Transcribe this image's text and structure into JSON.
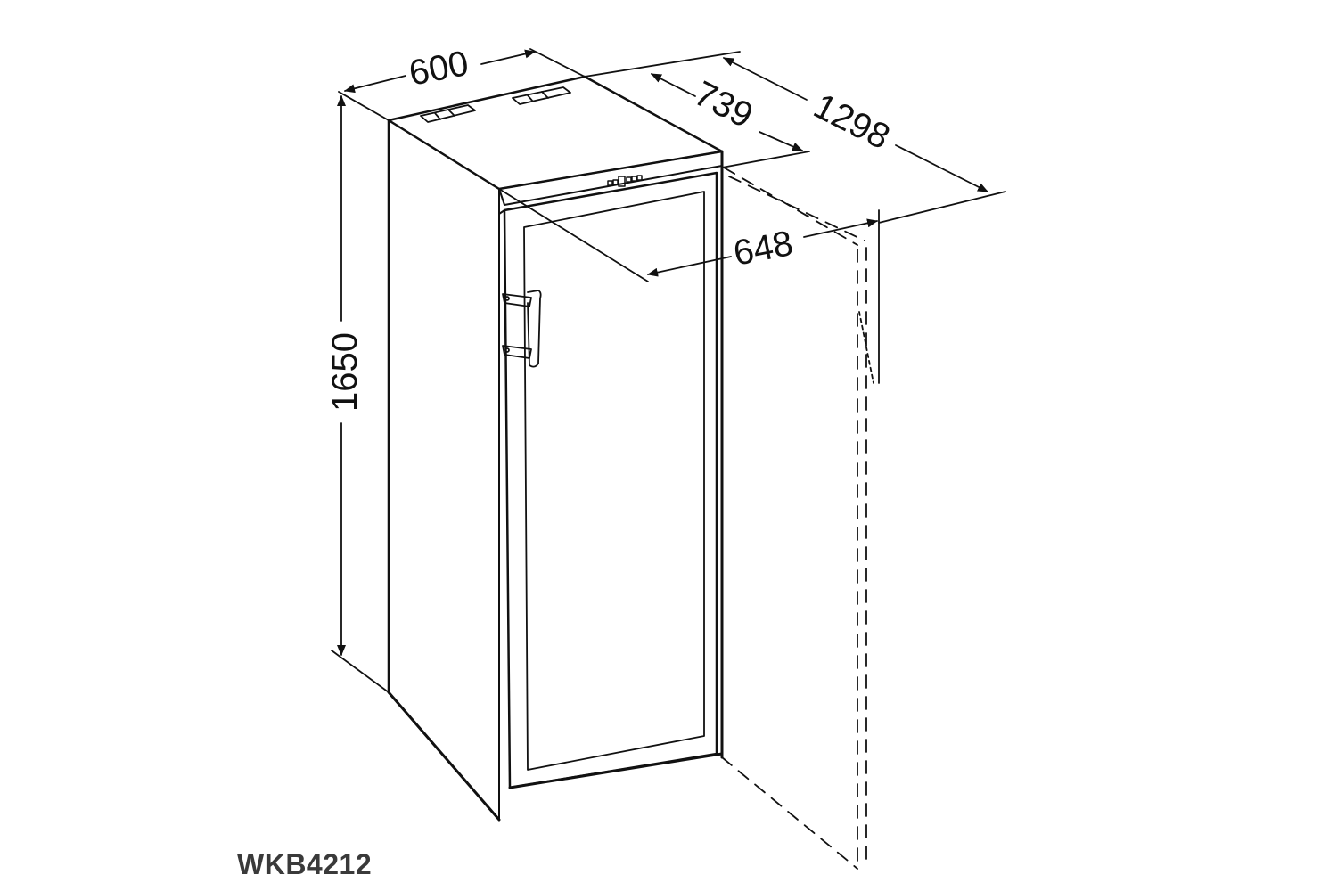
{
  "diagram": {
    "subject": "freestanding wine cabinet dimension drawing",
    "units": "mm",
    "model_label": "WKB4212",
    "line_color": "#111111",
    "background": "#ffffff",
    "dimensions": {
      "width": "600",
      "depth": "739",
      "depth_door_open": "1298",
      "door_swing": "648",
      "height": "1650"
    },
    "parts": [
      "cabinet-body",
      "top-vent-grille",
      "control-panel",
      "glass-door",
      "door-handle",
      "door-open-outline"
    ]
  }
}
